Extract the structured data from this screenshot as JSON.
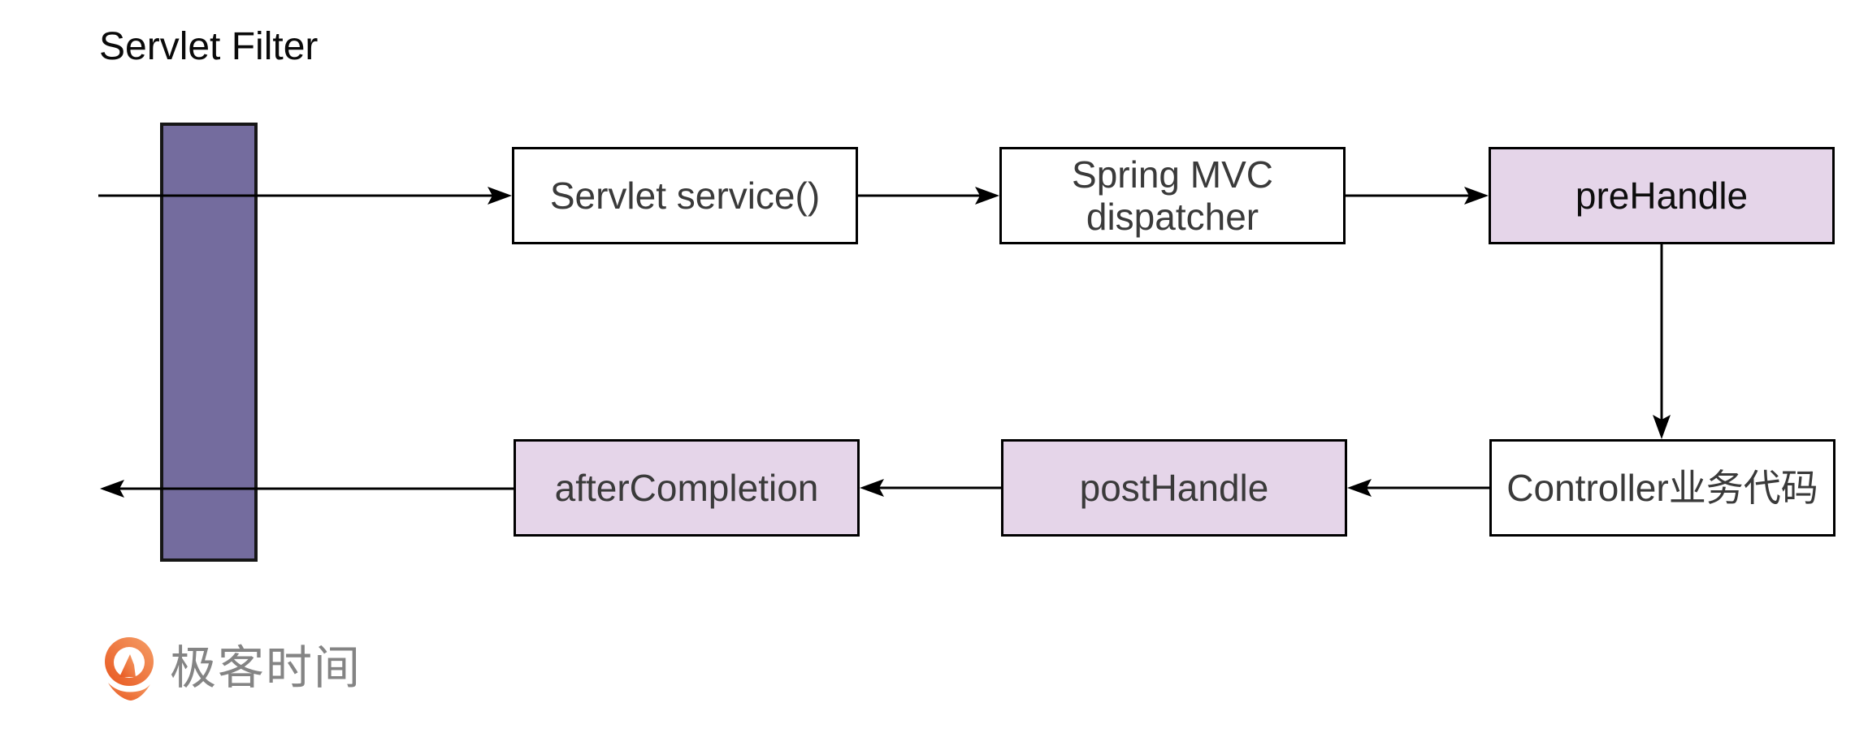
{
  "diagram": {
    "title": "Servlet Filter",
    "filter_bar": {
      "description": "servlet filter vertical bar",
      "fill": "#746C9E",
      "border_color": "#161616"
    },
    "nodes": [
      {
        "id": "servlet-service",
        "label": "Servlet service()",
        "fill": "#ffffff",
        "text_color": "#3a3a3a"
      },
      {
        "id": "dispatcher",
        "label": "Spring MVC dispatcher",
        "fill": "#ffffff",
        "text_color": "#3a3a3a"
      },
      {
        "id": "prehandle",
        "label": "preHandle",
        "fill": "#E5D5E9",
        "text_color": "#0d0d0d"
      },
      {
        "id": "controller",
        "label": "Controller业务代码",
        "fill": "#ffffff",
        "text_color": "#3a3a3a"
      },
      {
        "id": "posthandle",
        "label": "postHandle",
        "fill": "#E5D5E9",
        "text_color": "#3a3a3a"
      },
      {
        "id": "aftercompletion",
        "label": "afterCompletion",
        "fill": "#E5D5E9",
        "text_color": "#3a3a3a"
      }
    ],
    "flow": [
      "request-in -> servlet-service",
      "servlet-service -> dispatcher",
      "dispatcher -> prehandle",
      "prehandle -> controller",
      "controller -> posthandle",
      "posthandle -> aftercompletion",
      "aftercompletion -> response-out"
    ],
    "colors": {
      "arrow": "#000000",
      "node_border": "#000000",
      "interceptor_fill": "#E5D5E9",
      "filter_bar_fill": "#746C9E",
      "background": "#ffffff"
    }
  },
  "logo": {
    "text": "极客时间",
    "icon": "geektime-logo",
    "icon_gradient_start": "#F59E67",
    "icon_gradient_end": "#E8571F",
    "text_color": "#848484"
  }
}
